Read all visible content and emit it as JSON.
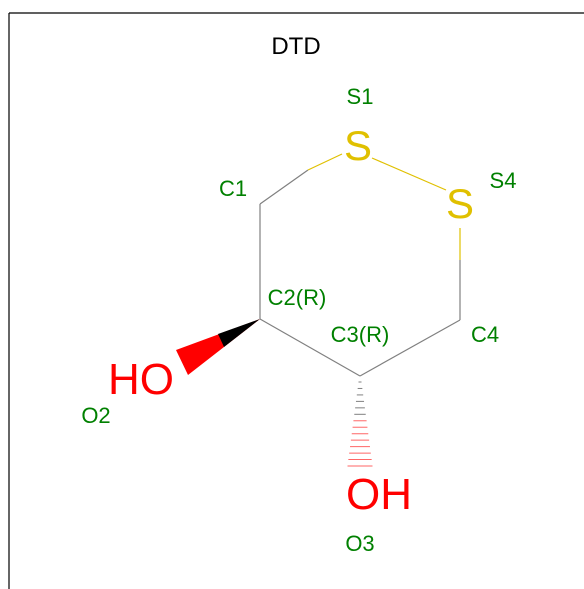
{
  "title": "DTD",
  "colors": {
    "atom_label": "#008000",
    "sulfur": "#e0c000",
    "oxygen": "#ff0000",
    "bond": "#808080",
    "title": "#000000",
    "border": "#000000"
  },
  "atoms": {
    "S1": {
      "element": "S",
      "atom_label": "S1"
    },
    "S4": {
      "element": "S",
      "atom_label": "S4"
    },
    "C1": {
      "atom_label": "C1"
    },
    "C2": {
      "atom_label": "C2(R)"
    },
    "C3": {
      "atom_label": "C3(R)"
    },
    "C4": {
      "atom_label": "C4"
    },
    "O2": {
      "element": "HO",
      "atom_label": "O2"
    },
    "O3": {
      "element": "OH",
      "atom_label": "O3"
    }
  }
}
